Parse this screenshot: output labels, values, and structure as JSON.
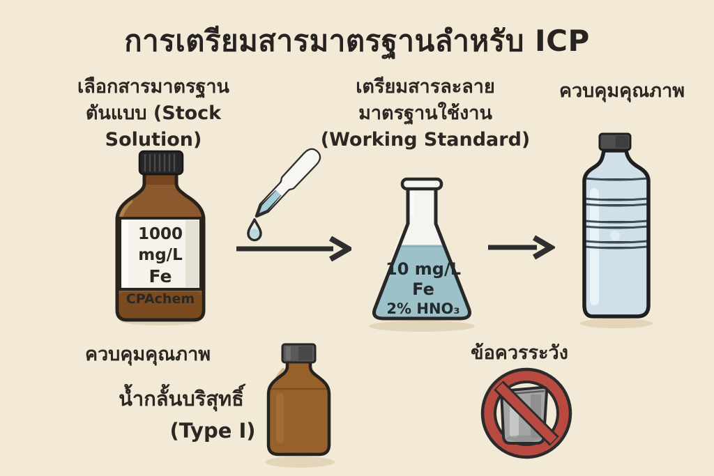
{
  "title": "การเตรียมสารมาตรฐานลำหรับ ICP",
  "columns": {
    "stock": {
      "heading_line1": "เลือกสารมาตรฐาน",
      "heading_line2": "ตันแบบ (Stock Solution)",
      "bottle_label_line1": "1000 mg/L",
      "bottle_label_line2": "Fe",
      "bottle_label_line3": "CPAchem"
    },
    "working": {
      "heading_line1": "เตรียมสารละลาย",
      "heading_line2": "มาตรฐานใช้งาน",
      "heading_line3": "(Working Standard)",
      "flask_label_line1": "10 mg/L",
      "flask_label_line2": "Fe",
      "flask_label_line3": "2% HNO₃"
    },
    "qc": {
      "heading": "ควบคุมคุณภาพ"
    }
  },
  "bottom_row": {
    "qc_heading": "ควบคุมคุณภาพ",
    "water_name": "น้ำกลั้นบริสุทธิ์",
    "water_type": "(Type I)",
    "caution_heading": "ข้อควรระวัง"
  },
  "illustrations": {
    "stock_bottle": "amber-reagent-bottle-icon",
    "dropper": "dropper-pipette-icon",
    "drop": "liquid-drop-icon",
    "arrow_stock_to_flask": "arrow-right-icon",
    "flask": "erlenmeyer-flask-icon",
    "arrow_flask_to_bottle": "arrow-right-icon",
    "water_bottle": "plastic-water-bottle-icon",
    "small_bottle": "small-amber-bottle-icon",
    "prohibition": "no-beaker-prohibition-icon"
  },
  "colors": {
    "background": "#f2e9d6",
    "text": "#2b2823",
    "bottle_brown": "#8a5a2e",
    "flask_liquid": "#9cc1c9",
    "water_bottle_blue": "#cfe0ea",
    "prohibition_red": "#b84a41",
    "beaker_gray": "#a5a5a5",
    "arrow": "#2e2e2e"
  }
}
